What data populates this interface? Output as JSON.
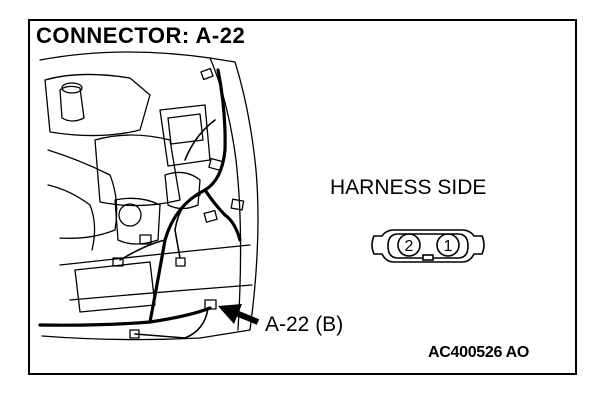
{
  "title": "CONNECTOR: A-22",
  "view_label": "HARNESS SIDE",
  "connector": {
    "pins": [
      "2",
      "1"
    ]
  },
  "callout": {
    "label": "A-22 (B)"
  },
  "figure_code": "AC400526 AO",
  "colors": {
    "line": "#000000",
    "background": "#ffffff"
  }
}
